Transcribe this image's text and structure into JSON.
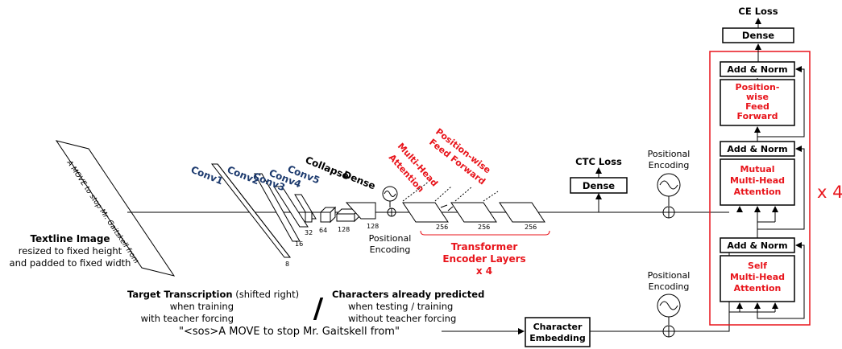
{
  "input": {
    "title": "Textline Image",
    "desc1": "resized to fixed height",
    "desc2": "and padded to fixed width",
    "handwriting": "A MOVE to stop Mr. Gaitskell from"
  },
  "convs": {
    "conv1": "Conv1",
    "conv2": "Conv2",
    "conv3": "Conv3",
    "conv4": "Conv4",
    "conv5": "Conv5",
    "collapse": "Collapse",
    "dense": "Dense"
  },
  "dims": {
    "d8": "8",
    "d16": "16",
    "d32": "32",
    "d64": "64",
    "d128a": "128",
    "d128b": "128",
    "d256a": "256",
    "d256b": "256",
    "d256c": "256"
  },
  "encoder": {
    "pe1": "Positional",
    "pe2": "Encoding",
    "mha1": "Multi-Head",
    "mha2": "Attention",
    "pwff1": "Position-wise",
    "pwff2": "Feed Forward",
    "layers1": "Transformer",
    "layers2": "Encoder Layers",
    "layers3": "x 4"
  },
  "ctc": {
    "loss": "CTC Loss",
    "dense": "Dense"
  },
  "decoder": {
    "pe_top1": "Positional",
    "pe_top2": "Encoding",
    "pe_bot1": "Positional",
    "pe_bot2": "Encoding",
    "ce_loss": "CE Loss",
    "dense": "Dense",
    "addnorm1": "Add & Norm",
    "addnorm2": "Add & Norm",
    "addnorm3": "Add & Norm",
    "ff1": "Position-",
    "ff2": "wise",
    "ff3": "Feed",
    "ff4": "Forward",
    "mutual1": "Mutual",
    "mutual2": "Multi-Head",
    "mutual3": "Attention",
    "self1": "Self",
    "self2": "Multi-Head",
    "self3": "Attention",
    "x4": "x 4"
  },
  "target": {
    "title": "Target Transcription",
    "shift": " (shifted right)",
    "l2": "when training",
    "l3": "with teacher forcing",
    "slash": "/",
    "pred": "Characters already predicted",
    "p2": "when testing / training",
    "p3": "without teacher forcing",
    "sequence": "\"<sos>A MOVE to stop Mr. Gaitskell from\"",
    "emb1": "Character",
    "emb2": "Embedding"
  },
  "colors": {
    "red": "#e8141b",
    "blue": "#1c3a6e"
  }
}
